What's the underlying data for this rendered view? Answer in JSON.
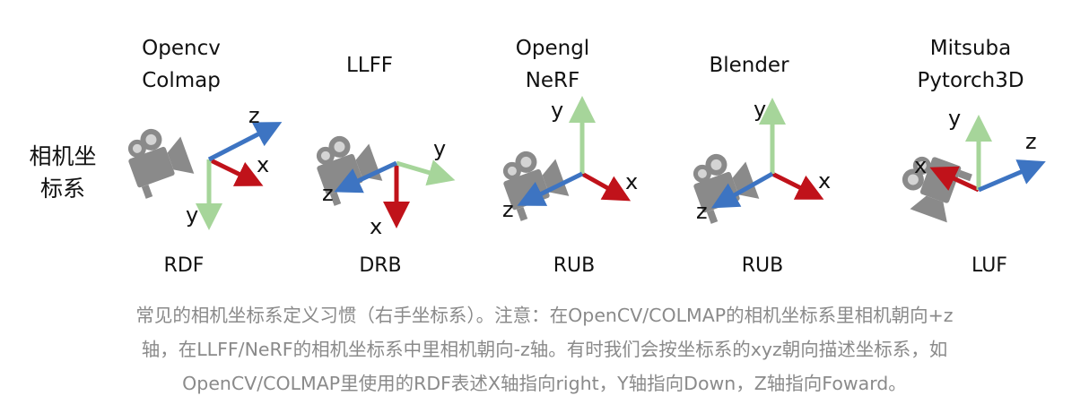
{
  "figure": {
    "row_label": [
      "相机坐",
      "标系"
    ],
    "colors": {
      "x_axis": "#c0121a",
      "y_axis": "#a6d59a",
      "z_axis": "#3d74c2",
      "camera": "#8a8a8a"
    },
    "systems": [
      {
        "titles": [
          "Opencv",
          "Colmap"
        ],
        "code": "RDF",
        "x_label": "x",
        "y_label": "y",
        "z_label": "z"
      },
      {
        "titles": [
          "LLFF"
        ],
        "code": "DRB",
        "x_label": "x",
        "y_label": "y",
        "z_label": "z"
      },
      {
        "titles": [
          "Opengl",
          "NeRF"
        ],
        "code": "RUB",
        "x_label": "x",
        "y_label": "y",
        "z_label": "z"
      },
      {
        "titles": [
          "Blender"
        ],
        "code": "RUB",
        "x_label": "x",
        "y_label": "y",
        "z_label": "z"
      },
      {
        "titles": [
          "Mitsuba",
          "Pytorch3D"
        ],
        "code": "LUF",
        "x_label": "x",
        "y_label": "y",
        "z_label": "z"
      }
    ]
  },
  "caption": {
    "lines": [
      "常见的相机坐标系定义习惯（右手坐标系）。注意：在OpenCV/COLMAP的相机坐标系里相机朝向+z",
      "轴，在LLFF/NeRF的相机坐标系中里相机朝向-z轴。有时我们会按坐标系的xyz朝向描述坐标系，如",
      "OpenCV/COLMAP里使用的RDF表述X轴指向right，Y轴指向Down，Z轴指向Foward。"
    ]
  }
}
